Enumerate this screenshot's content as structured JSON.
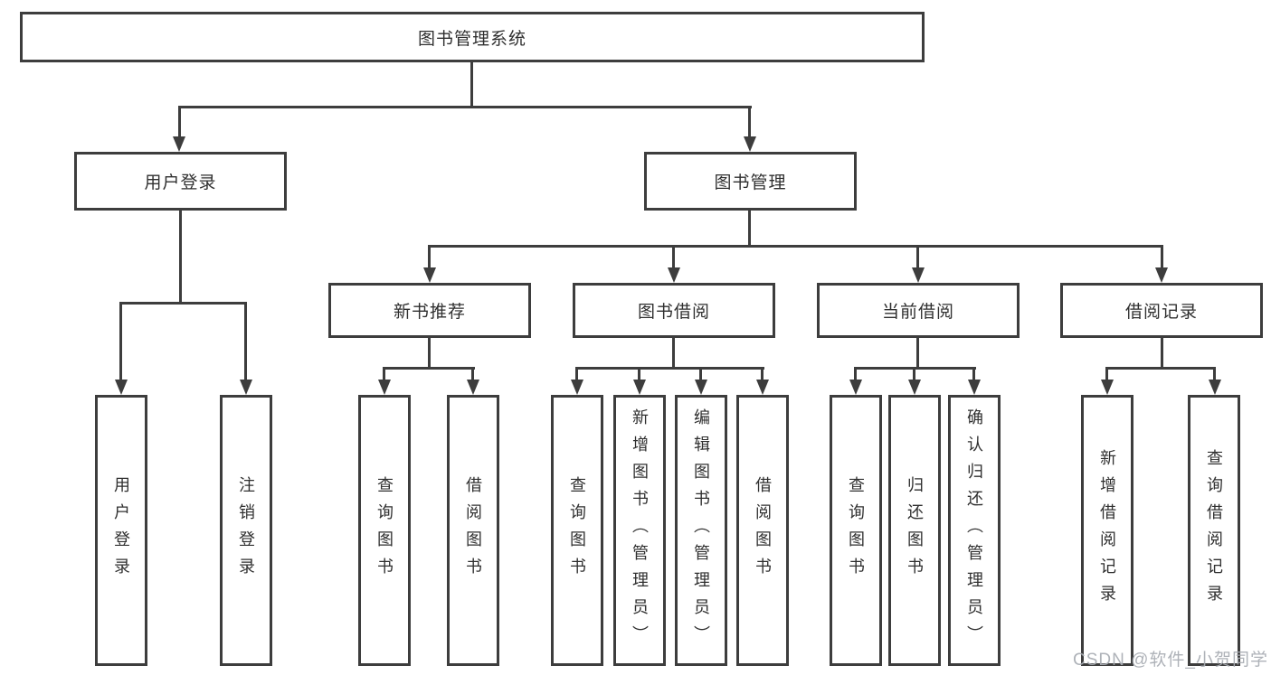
{
  "tree": {
    "root": {
      "label": "图书管理系统"
    },
    "level2": [
      {
        "id": "user-login",
        "label": "用户登录",
        "children": [
          {
            "label": "用户登录"
          },
          {
            "label": "注销登录"
          }
        ]
      },
      {
        "id": "book-management",
        "label": "图书管理",
        "children": [
          {
            "label": "新书推荐",
            "children": [
              {
                "label": "查询图书"
              },
              {
                "label": "借阅图书"
              }
            ]
          },
          {
            "label": "图书借阅",
            "children": [
              {
                "label": "查询图书"
              },
              {
                "label": "新增图书（管理员）"
              },
              {
                "label": "编辑图书（管理员）"
              },
              {
                "label": "借阅图书"
              }
            ]
          },
          {
            "label": "当前借阅",
            "children": [
              {
                "label": "查询图书"
              },
              {
                "label": "归还图书"
              },
              {
                "label": "确认归还（管理员）"
              }
            ]
          },
          {
            "label": "借阅记录",
            "children": [
              {
                "label": "新增借阅记录"
              },
              {
                "label": "查询借阅记录"
              }
            ]
          }
        ]
      }
    ]
  },
  "watermark": {
    "text": "CSDN @软件_小贺同学"
  },
  "colors": {
    "line": "#3d3d3d",
    "border": "#3d3d3d",
    "text": "#2f2f2f",
    "watermark": "#a7abb2",
    "background": "#ffffff"
  }
}
